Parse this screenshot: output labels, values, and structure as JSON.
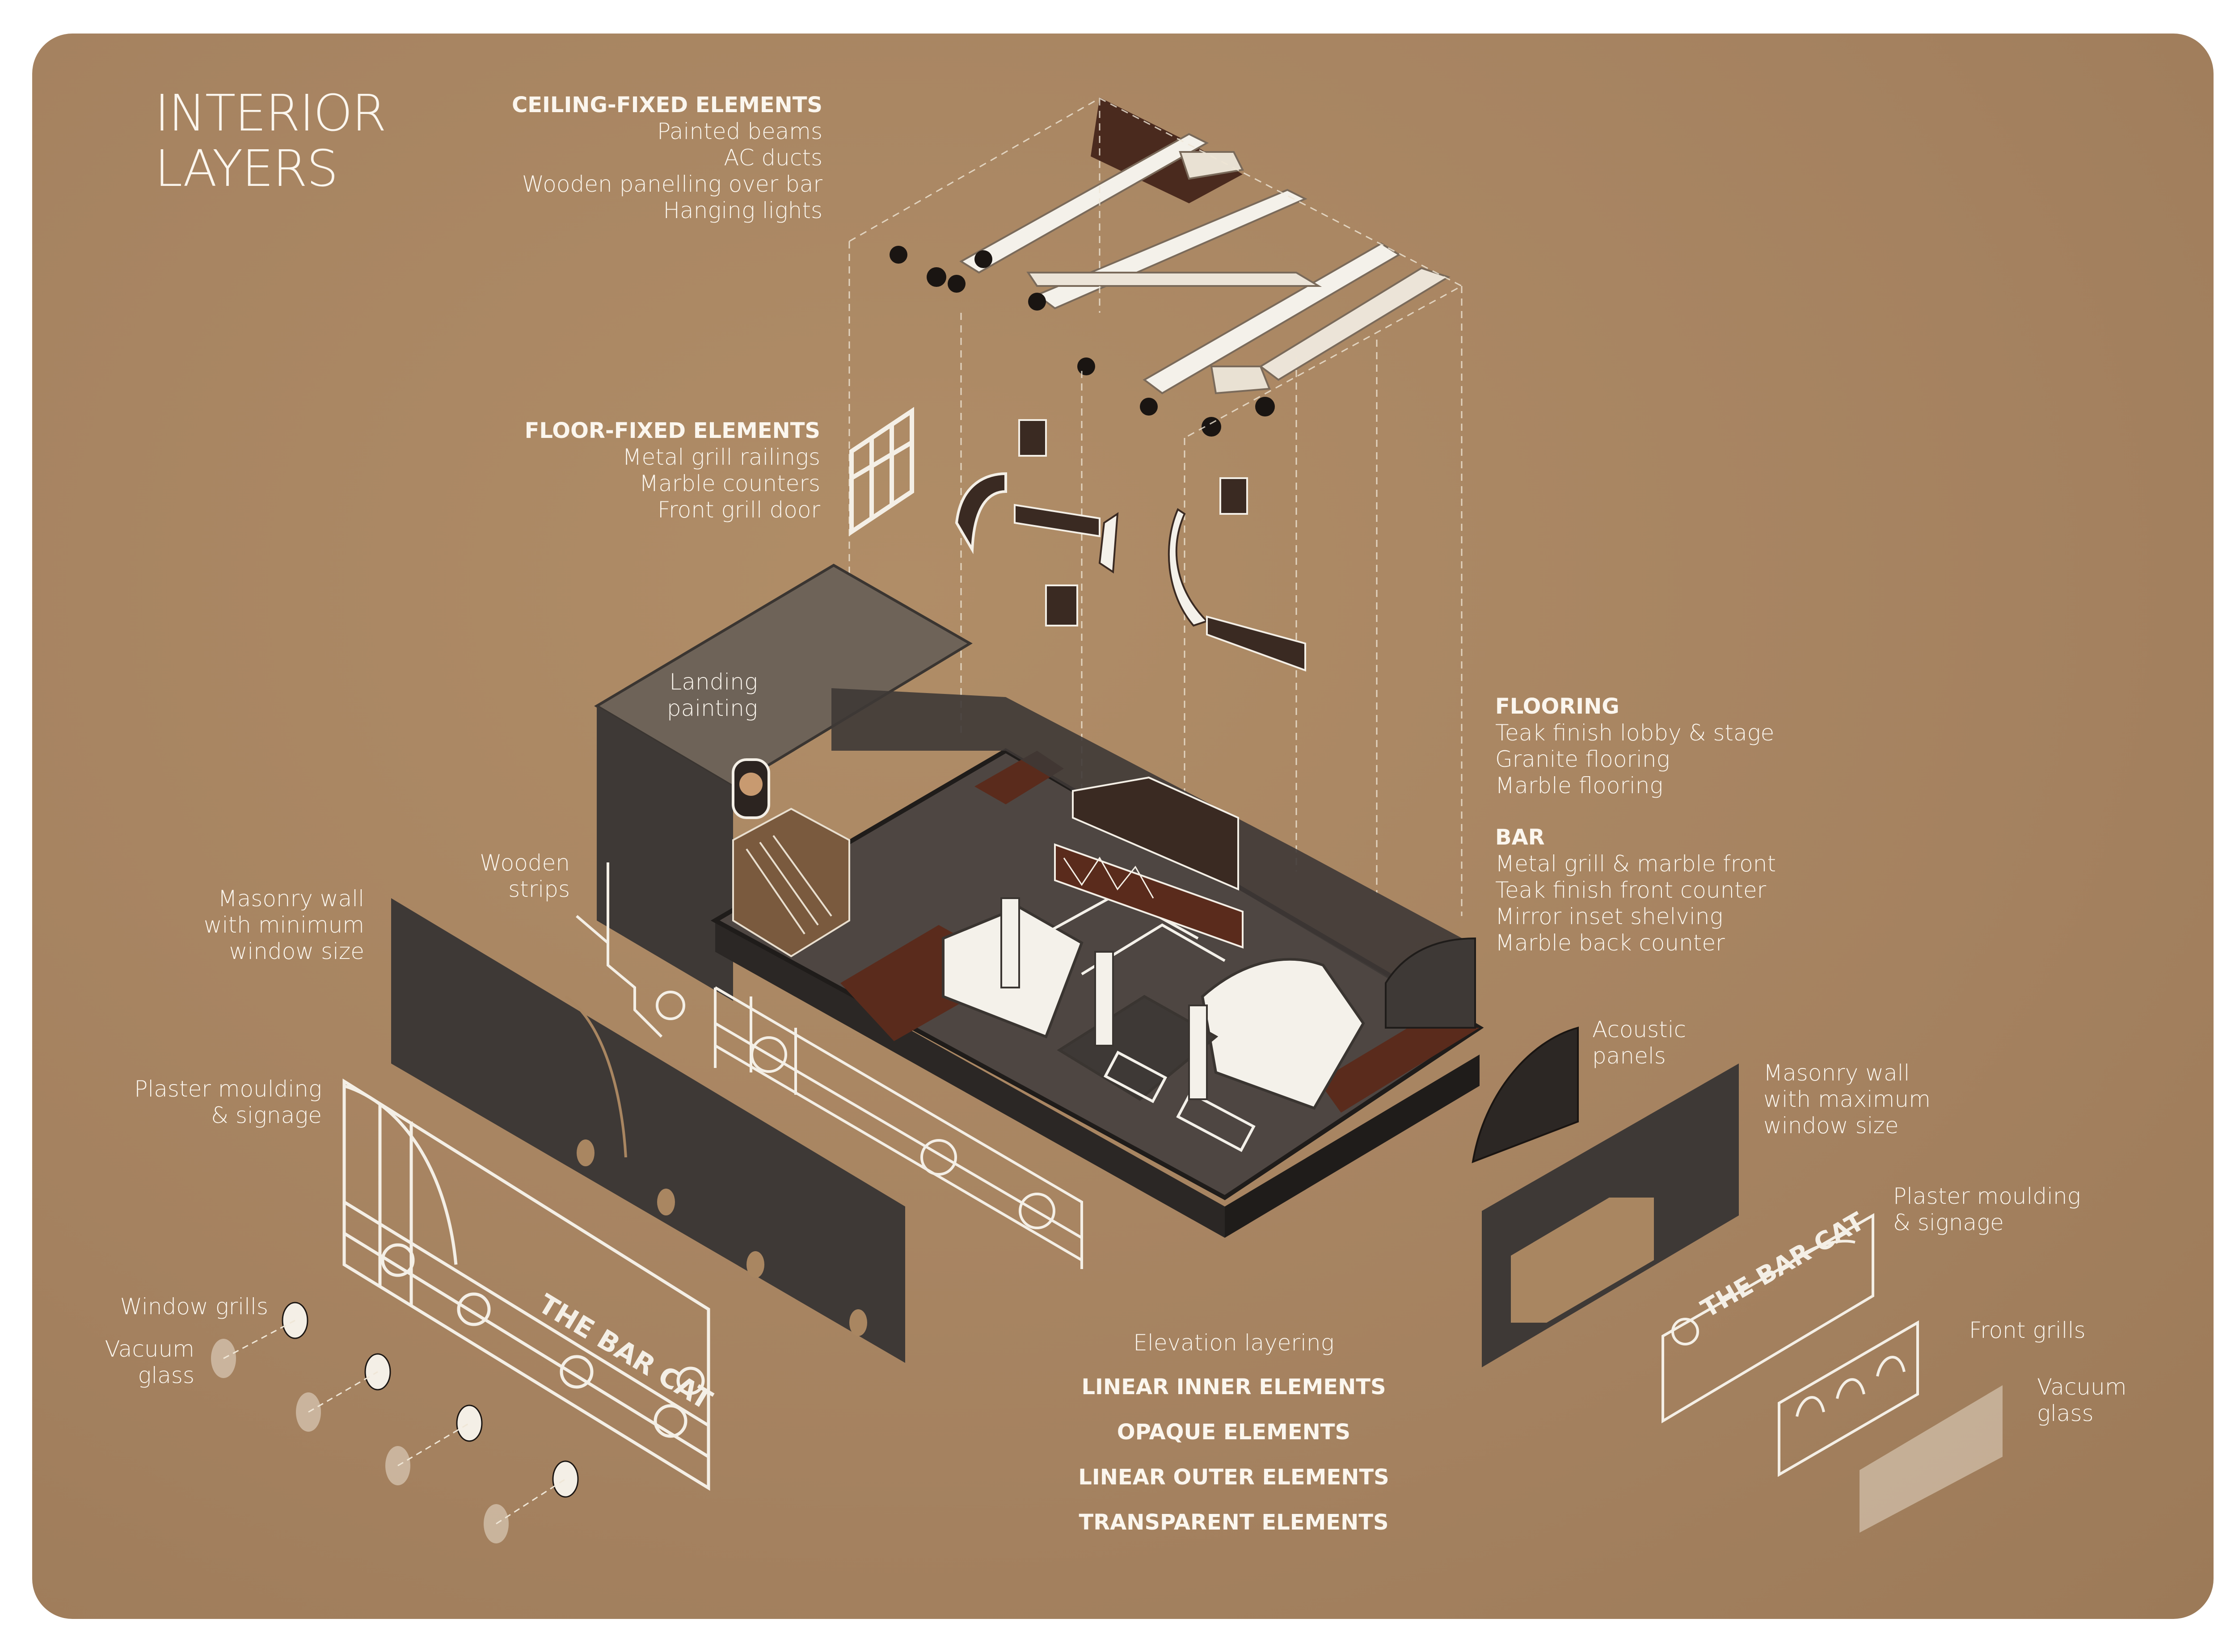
{
  "title": [
    "INTERIOR",
    "LAYERS"
  ],
  "ceiling": {
    "heading": "CEILING-FIXED ELEMENTS",
    "items": [
      "Painted beams",
      "AC ducts",
      "Wooden panelling over bar",
      "Hanging lights"
    ]
  },
  "floor_fixed": {
    "heading": "FLOOR-FIXED ELEMENTS",
    "items": [
      "Metal grill railings",
      "Marble counters",
      "Front grill door"
    ]
  },
  "landing": [
    "Landing",
    "painting"
  ],
  "wooden_strips": [
    "Wooden",
    "strips"
  ],
  "masonry_left": [
    "Masonry wall",
    "with minimum",
    "window size"
  ],
  "plaster_left": [
    "Plaster moulding",
    "& signage"
  ],
  "window_grills": "Window grills",
  "vacuum_left": [
    "Vacuum",
    "glass"
  ],
  "flooring": {
    "heading": "FLOORING",
    "items": [
      "Teak finish lobby & stage",
      "Granite flooring",
      "Marble flooring"
    ]
  },
  "bar": {
    "heading": "BAR",
    "items": [
      "Metal grill  & marble front",
      "Teak finish front counter",
      "Mirror inset shelving",
      "Marble back counter"
    ]
  },
  "acoustic": [
    "Acoustic",
    "panels"
  ],
  "masonry_right": [
    "Masonry wall",
    "with maximum",
    "window size"
  ],
  "plaster_right": [
    "Plaster moulding",
    "& signage"
  ],
  "front_grills": "Front grills",
  "vacuum_right": [
    "Vacuum",
    "glass"
  ],
  "legend": {
    "caption": "Elevation layering",
    "items": [
      "LINEAR  INNER ELEMENTS",
      "OPAQUE ELEMENTS",
      "LINEAR OUTER ELEMENTS",
      "TRANSPARENT ELEMENTS"
    ]
  },
  "signage_text": "THE BAR CAT",
  "colors": {
    "board": "#a98661",
    "label": "#fbf6ee",
    "wall_dark": "#3e3936",
    "wood": "#5a2b1c",
    "white_element": "#f4f1ea"
  }
}
